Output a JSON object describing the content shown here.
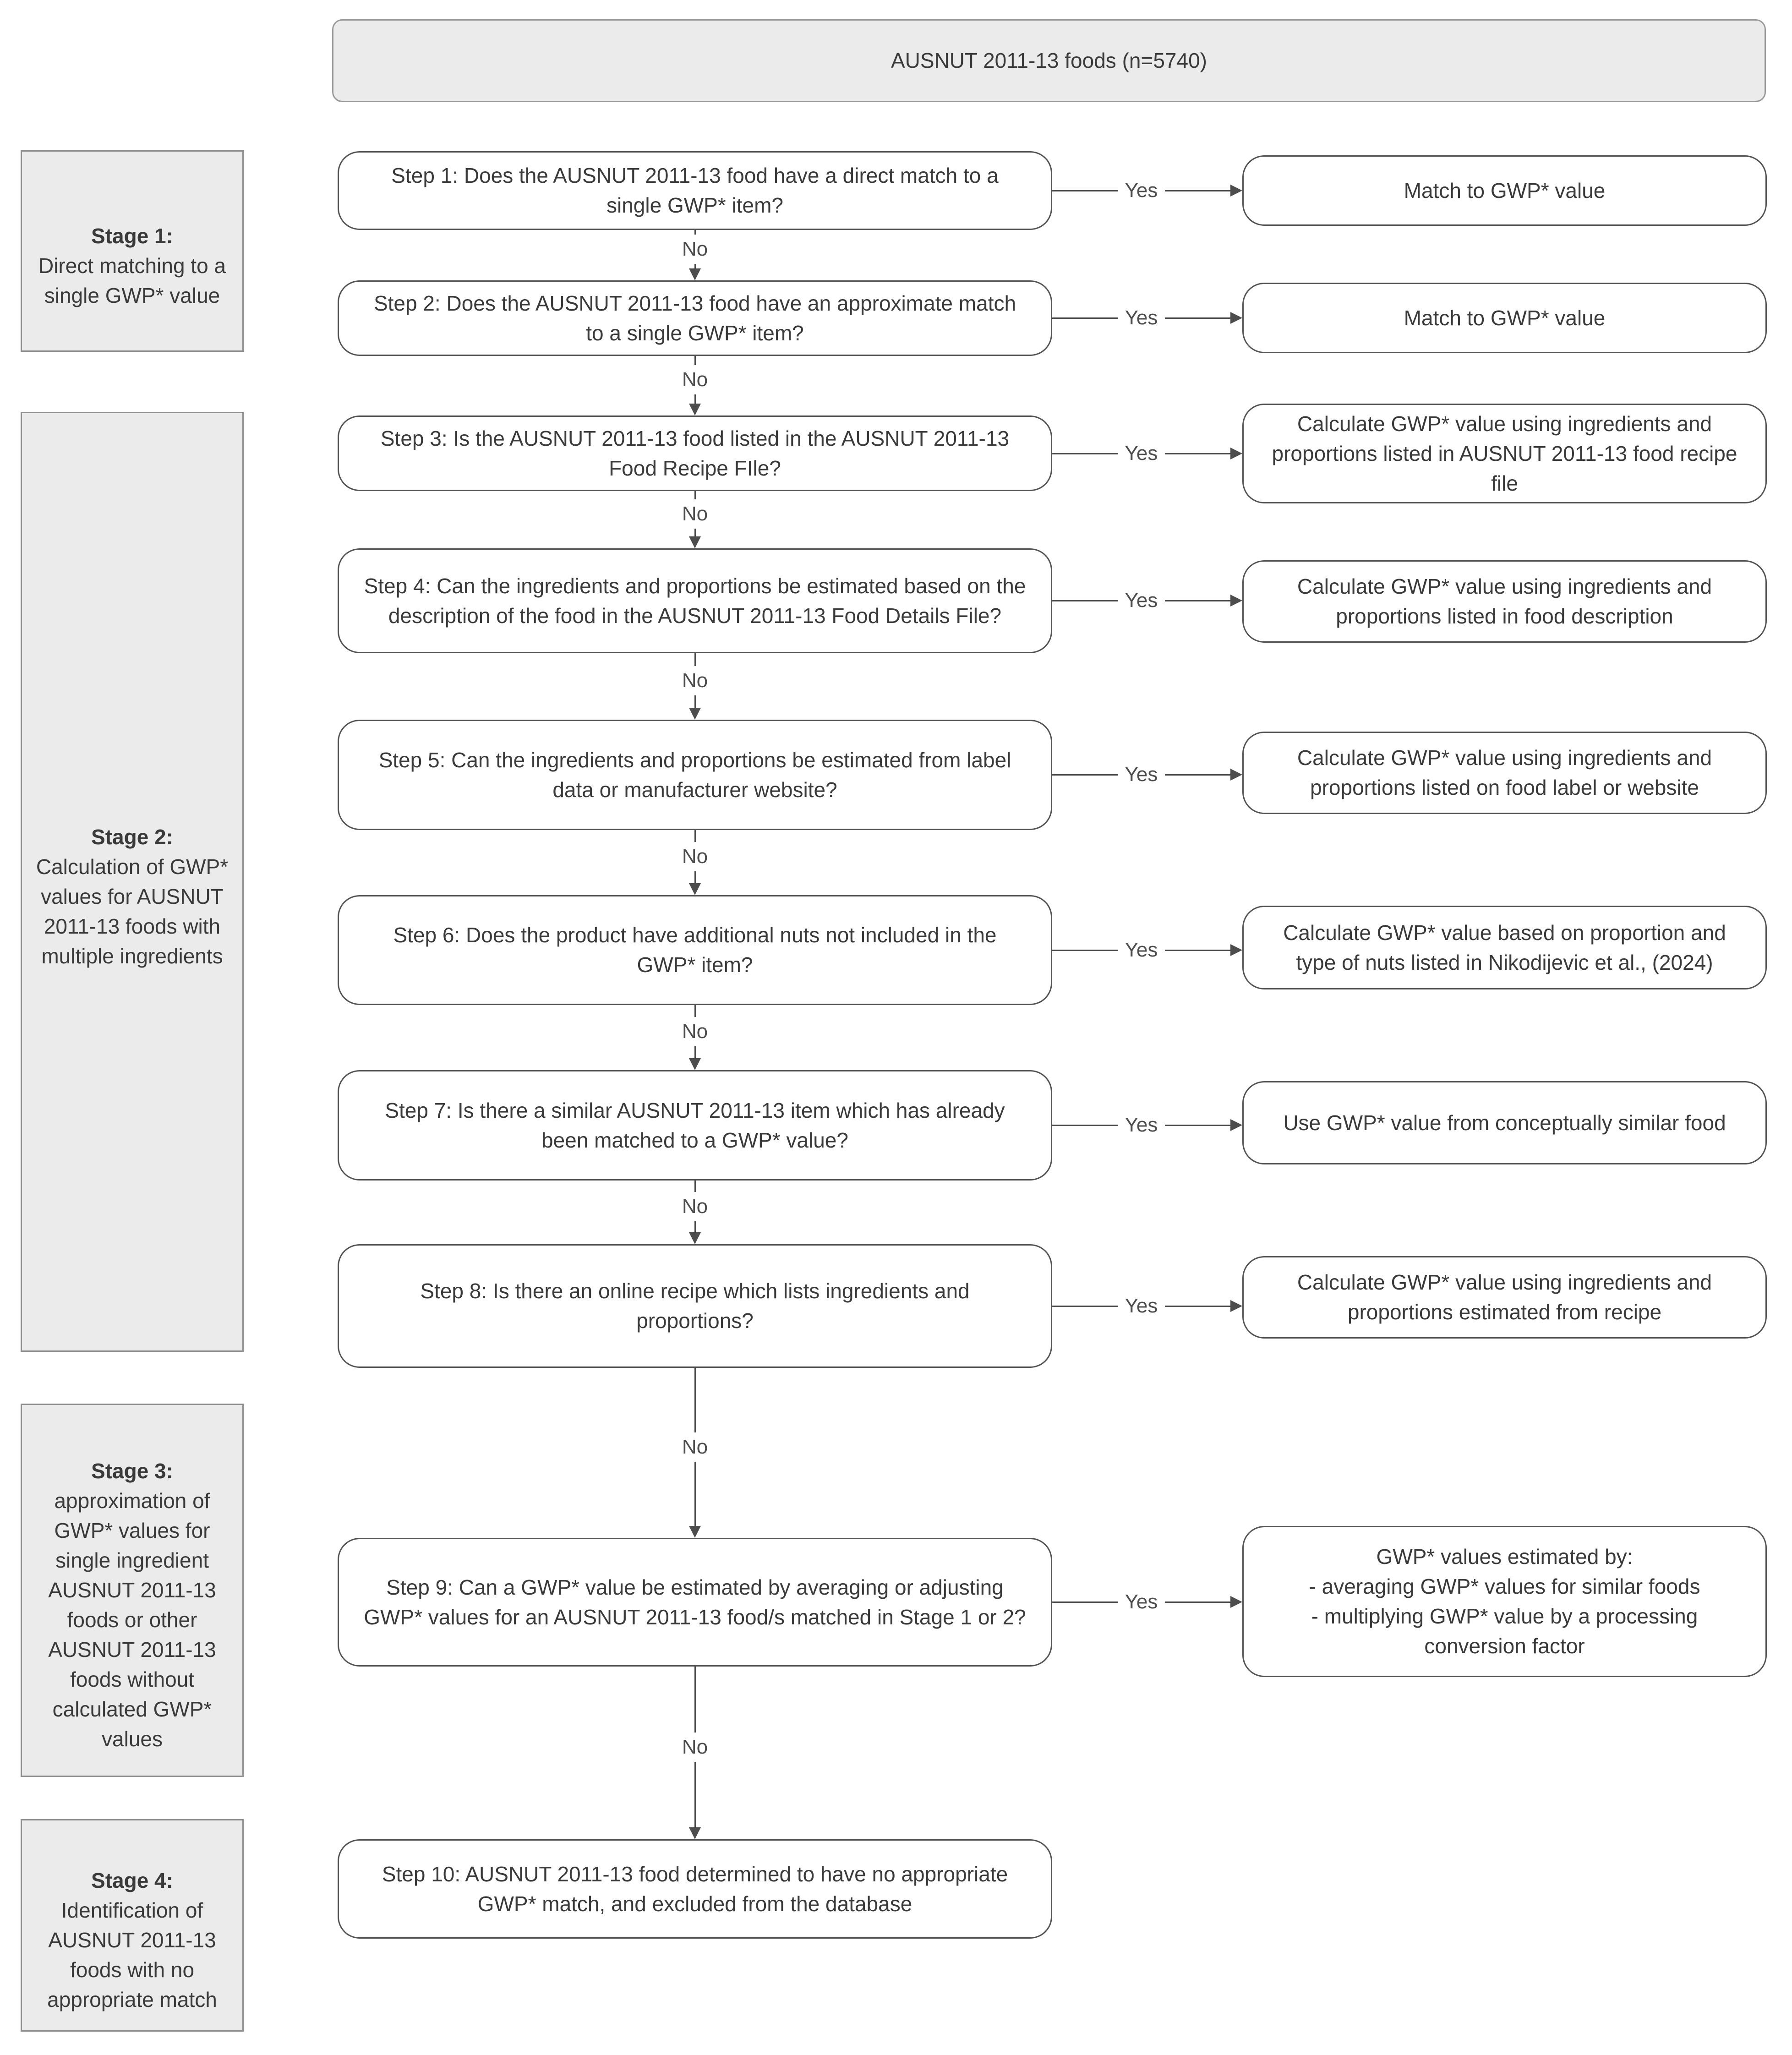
{
  "diagram": {
    "title": "AUSNUT 2011-13 foods (n=5740)",
    "labels": {
      "yes": "Yes",
      "no": "No"
    },
    "colors": {
      "grey_fill": "#ebebeb",
      "white_fill": "#ffffff",
      "box_border": "#545454",
      "grey_border": "#8f8f8f",
      "line": "#4d4d4d",
      "text": "#3a3a3a"
    },
    "stages": [
      {
        "heading": "Stage 1:",
        "text": "Direct matching to a single GWP* value"
      },
      {
        "heading": "Stage 2:",
        "text": "Calculation of GWP* values for AUSNUT 2011-13 foods with multiple ingredients"
      },
      {
        "heading": "Stage 3:",
        "text": "approximation of GWP* values for single ingredient AUSNUT 2011-13 foods or other AUSNUT 2011-13 foods without calculated GWP* values"
      },
      {
        "heading": "Stage 4:",
        "text": "Identification of AUSNUT 2011-13 foods with no appropriate match"
      }
    ],
    "steps": [
      {
        "text": "Step 1: Does the AUSNUT 2011-13 food have a direct match to a single GWP* item?",
        "outcome": "Match to GWP* value"
      },
      {
        "text": "Step 2: Does the AUSNUT 2011-13 food have an approximate match to a single GWP* item?",
        "outcome": "Match to GWP* value"
      },
      {
        "text": "Step 3: Is the AUSNUT 2011-13 food listed in the AUSNUT 2011-13 Food Recipe FIle?",
        "outcome": "Calculate GWP* value using ingredients and proportions listed in AUSNUT 2011-13 food recipe file"
      },
      {
        "text": "Step 4: Can the ingredients and proportions be estimated based on the description of the food in the AUSNUT 2011-13 Food Details File?",
        "outcome": "Calculate GWP* value using ingredients and proportions listed in food description"
      },
      {
        "text": "Step 5: Can the ingredients and proportions be estimated from label data or manufacturer website?",
        "outcome": "Calculate GWP* value using ingredients and proportions listed on food label or website"
      },
      {
        "text": "Step 6: Does the product have additional nuts not included in the GWP* item?",
        "outcome": "Calculate GWP* value based on proportion and type of nuts listed in Nikodijevic et al., (2024)"
      },
      {
        "text": "Step 7: Is there a similar AUSNUT 2011-13 item which has already been matched to a GWP* value?",
        "outcome": "Use GWP* value from conceptually similar food"
      },
      {
        "text": "Step 8: Is there an online recipe which lists ingredients and proportions?",
        "outcome": "Calculate GWP* value using ingredients and proportions estimated from recipe"
      },
      {
        "text": "Step 9: Can a GWP* value be estimated by averaging or adjusting GWP* values for an AUSNUT 2011-13 food/s matched in Stage 1 or 2?",
        "outcome": "GWP* values estimated by:\n- averaging GWP* values for similar foods\n- multiplying GWP* value by a processing conversion factor"
      },
      {
        "text": "Step 10: AUSNUT 2011-13 food determined to have no appropriate GWP* match, and excluded from the database"
      }
    ]
  }
}
